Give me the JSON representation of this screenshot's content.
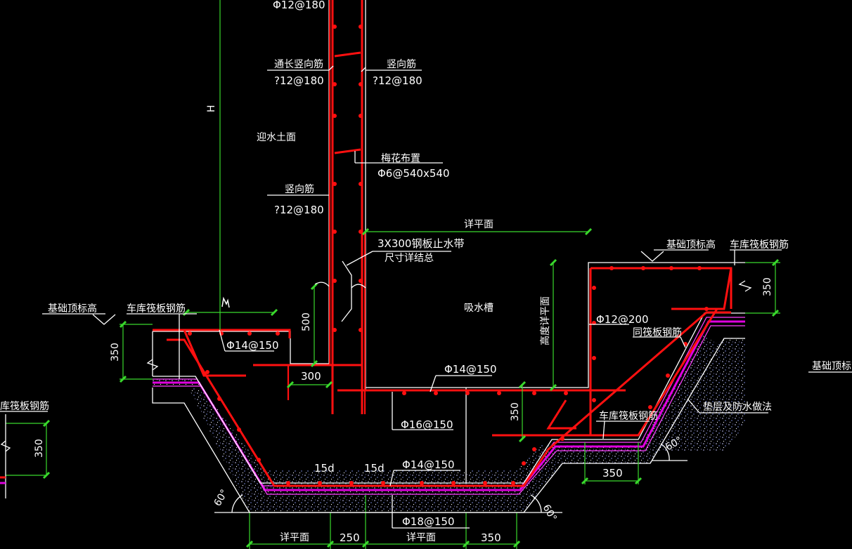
{
  "drawing": {
    "top_rebar": "Φ12@180",
    "through_vertical": "通长竖向筋",
    "through_vertical_spec": "?12@180",
    "vertical_right": "竖向筋",
    "vertical_right_spec": "?12@180",
    "h_label": "H",
    "water_side": "迎水土面",
    "quincunx": "梅花布置",
    "quincunx_spec": "Φ6@540x540",
    "vertical_left": "竖向筋",
    "vertical_left_spec": "?12@180",
    "see_plan": "详平面",
    "waterstop": "3X300钢板止水带",
    "waterstop_note": "尺寸详结总",
    "foundation_top_right": "基础顶标高",
    "raft_rebar_right": "车库筏板钢筋",
    "dim_350_right": "350",
    "suction_pit": "吸水槽",
    "depth_see_plan": "高度详平面",
    "rebar_12_200": "Φ12@200",
    "same_raft": "同筏板钢筋",
    "foundation_top_left": "基础顶标高",
    "raft_rebar_left": "车库筏板钢筋",
    "dim_350_left": "350",
    "rebar_14_150_a": "Φ14@150",
    "dim_500": "500",
    "dim_300": "300",
    "rebar_14_150_b": "Φ14@150",
    "rebar_16_150": "Φ16@150",
    "dim_350_mid": "350",
    "raft_rebar_mid": "车库筏板钢筋",
    "cushion": "垫层及防水做法",
    "angle_60_right": "60°",
    "dim_350_bottom": "350",
    "label_15d_a": "15d",
    "label_15d_b": "15d",
    "rebar_14_150_c": "Φ14@150",
    "angle_60_left": "60°",
    "angle_60_mid": "60°",
    "rebar_18_150": "Φ18@150",
    "see_plan_bottom_left": "详平面",
    "dim_250": "250",
    "see_plan_bottom_mid": "详平面",
    "dim_350_bottom_right": "350",
    "far_left_raft": "库筏板钢筋",
    "far_left_350": "350",
    "far_right_foundation": "基础顶标高"
  },
  "colors": {
    "background": "#000000",
    "dimension": "#39d92c",
    "rebar": "#ff1010",
    "waterproof": "#e000e0",
    "text": "#ffffff"
  }
}
